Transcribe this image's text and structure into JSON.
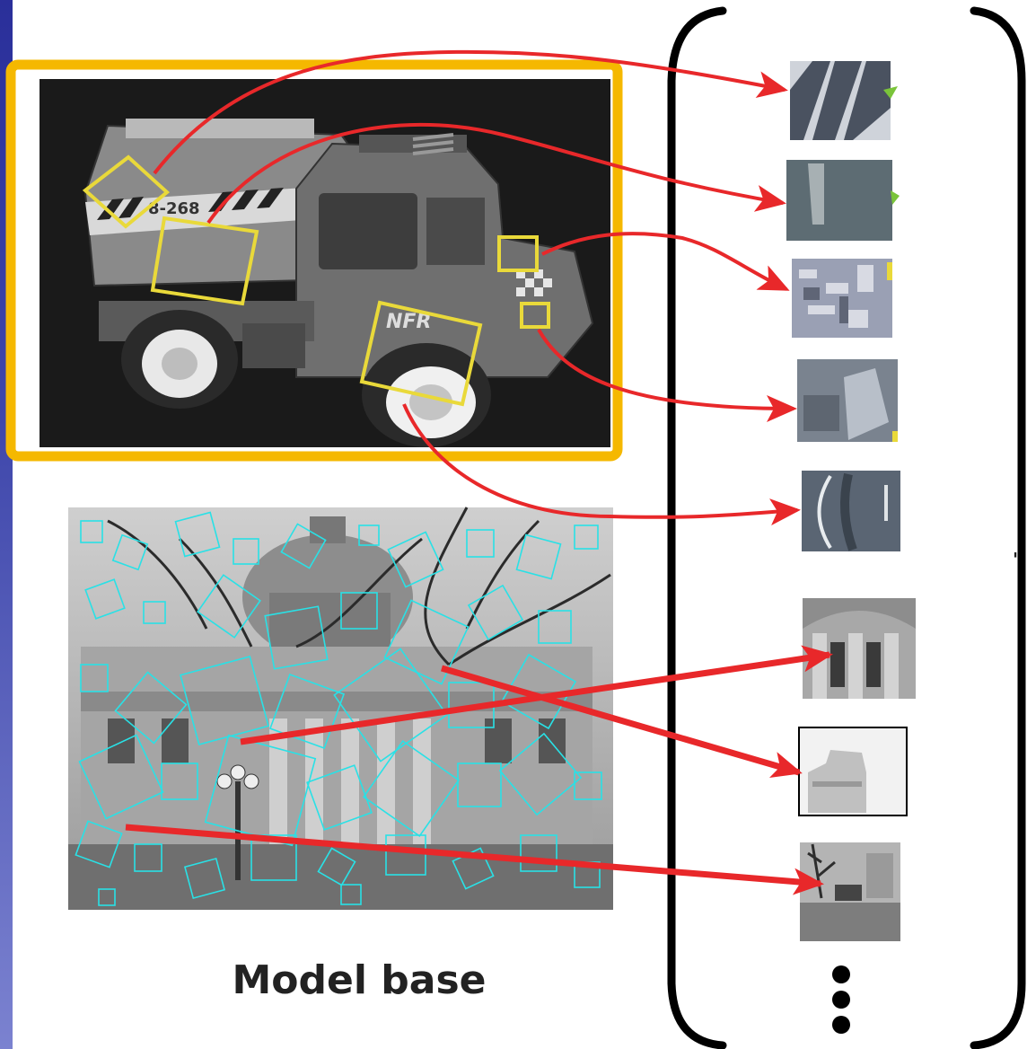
{
  "caption": "Model base",
  "truck_labels": {
    "tank_stripe": "8-268",
    "hood_text": "NFR"
  },
  "colors": {
    "highlight_frame": "#f5b800",
    "feature_box": "#e9d93a",
    "match_arrow": "#e8282a",
    "descriptor": "#29e1e6",
    "bracket": "#000000"
  },
  "icons": {
    "continuation": "vertical-ellipsis"
  }
}
